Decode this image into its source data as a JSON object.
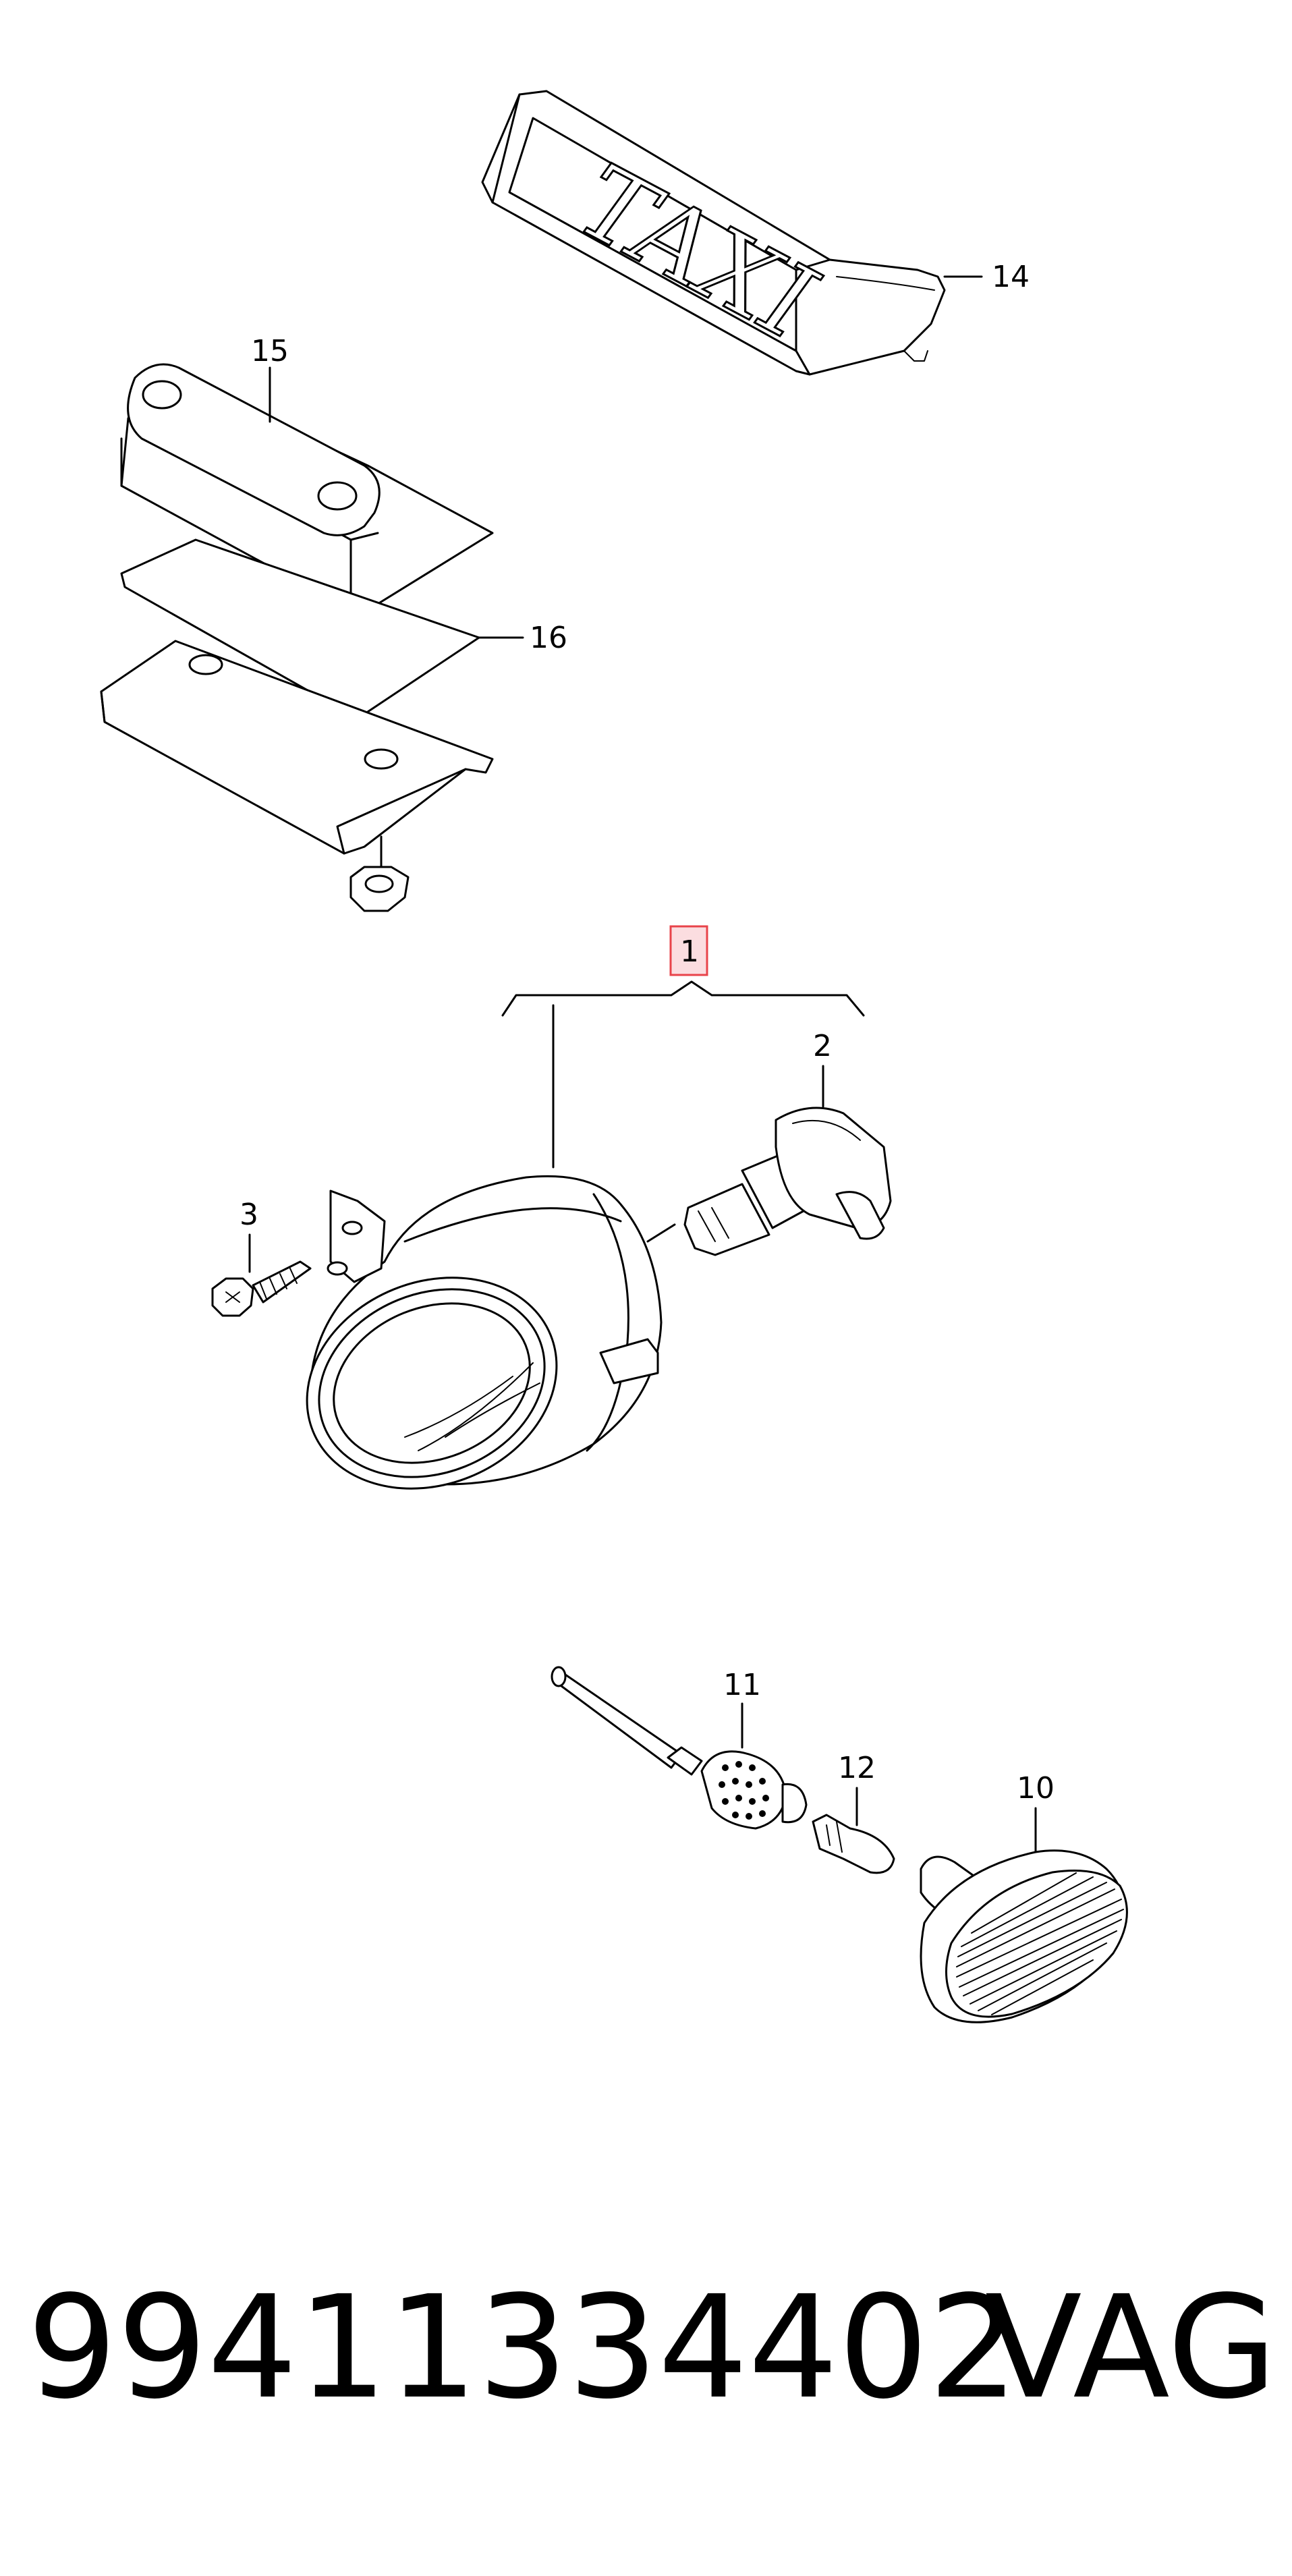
{
  "diagram": {
    "callouts": [
      {
        "id": "14",
        "label": "14"
      },
      {
        "id": "15",
        "label": "15"
      },
      {
        "id": "16",
        "label": "16"
      },
      {
        "id": "1",
        "label": "1",
        "highlighted": true
      },
      {
        "id": "2",
        "label": "2"
      },
      {
        "id": "3",
        "label": "3"
      },
      {
        "id": "11",
        "label": "11"
      },
      {
        "id": "12",
        "label": "12"
      },
      {
        "id": "10",
        "label": "10"
      }
    ],
    "taxi_sign_text": "TAXI",
    "highlight_color": "#e8434a",
    "highlight_fill": "#fbdde0"
  },
  "footer": {
    "part_number": "99411334402",
    "brand": "VAG"
  }
}
